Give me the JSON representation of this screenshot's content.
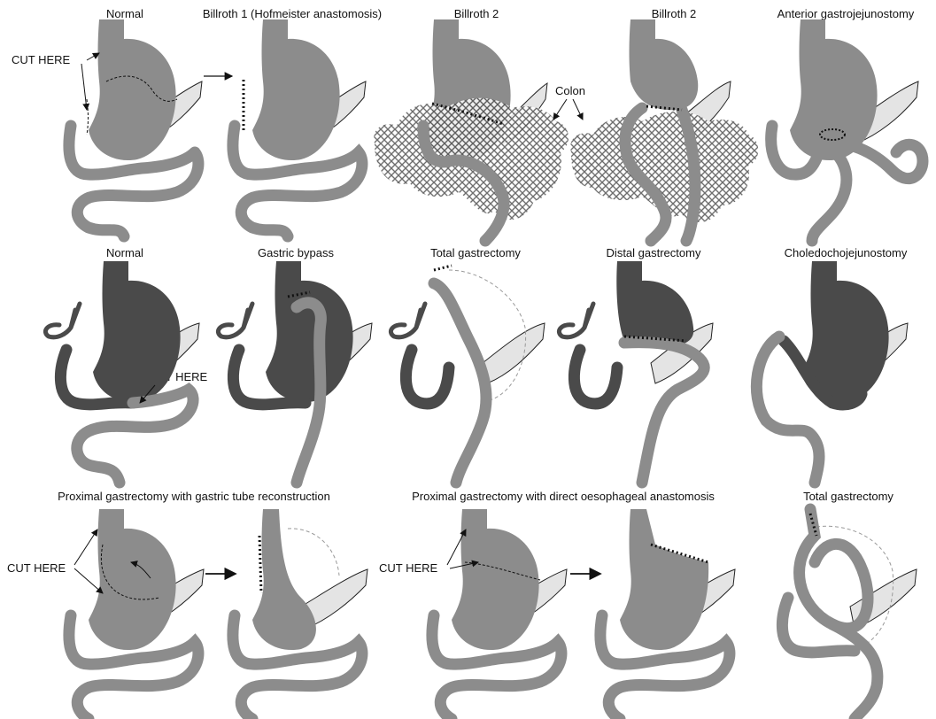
{
  "palette": {
    "stomach_row1": "#8c8c8c",
    "stomach_row2": "#4a4a4a",
    "stomach_row3": "#8c8c8c",
    "intestine": "#8c8c8c",
    "pancreas": "#e4e4e4",
    "duodenum_row2": "#4a4a4a",
    "colon_hatch": "#bdbdbd",
    "line": "#111111"
  },
  "row1": {
    "titles": [
      "Normal",
      "Billroth 1 (Hofmeister anastomosis)",
      "Billroth 2",
      "Billroth 2",
      "Anterior gastrojejunostomy"
    ],
    "cut_here": "CUT HERE",
    "colon": "Colon"
  },
  "row2": {
    "titles": [
      "Normal",
      "Gastric bypass",
      "Total gastrectomy",
      "Distal gastrectomy",
      "Choledochojejunostomy"
    ],
    "cut_here": "CUT HERE"
  },
  "row3": {
    "titles": [
      "Proximal gastrectomy with gastric tube reconstruction",
      "Proximal gastrectomy with direct oesophageal anastomosis",
      "Total gastrectomy"
    ],
    "cut_here_1": "CUT HERE",
    "cut_here_2": "CUT HERE"
  }
}
